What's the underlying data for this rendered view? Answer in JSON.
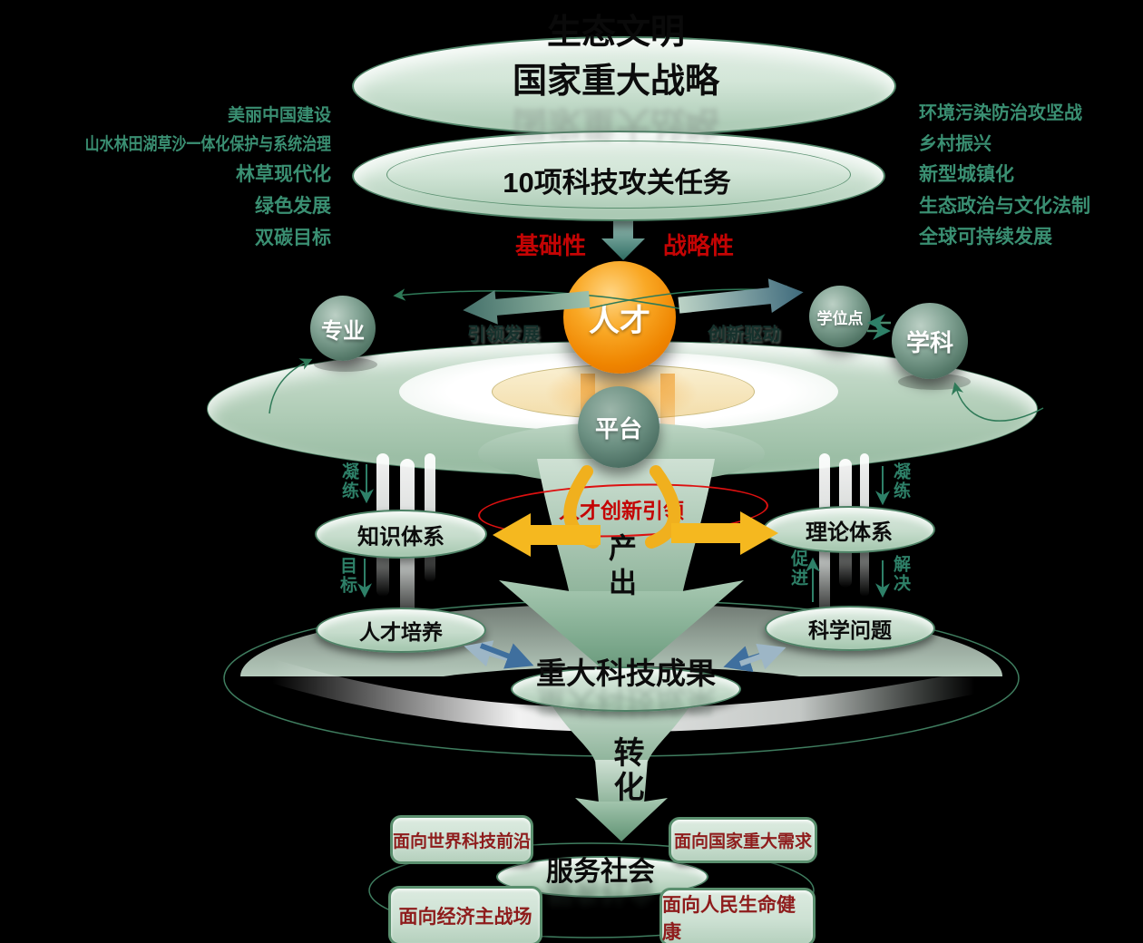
{
  "strategy": {
    "clipped_line": "生态文明",
    "title": "国家重大战略"
  },
  "tasks": {
    "title": "10项科技攻关任务"
  },
  "left_goals": [
    "美丽中国建设",
    "山水林田湖草沙一体化保护与系统治理",
    "林草现代化",
    "绿色发展",
    "双碳目标"
  ],
  "right_goals": [
    "环境污染防治攻坚战",
    "乡村振兴",
    "新型城镇化",
    "生态政治与文化法制",
    "全球可持续发展"
  ],
  "qualifiers": {
    "basic": "基础性",
    "strategic": "战略性"
  },
  "core": {
    "talent": "人才",
    "platform": "平台"
  },
  "orbit": {
    "major": "专业",
    "lead": "引领发展",
    "drive": "创新驱动",
    "degree_point": "学位点",
    "discipline": "学科"
  },
  "midline": {
    "talent_innovation_lead": "人才创新引领",
    "output": "产出"
  },
  "left_chain": {
    "condense": "凝练",
    "knowledge_system": "知识体系",
    "goal": "目标",
    "talent_training": "人才培养"
  },
  "right_chain": {
    "condense": "凝练",
    "theory_system": "理论体系",
    "promote": "促进",
    "solve": "解决",
    "science_problems": "科学问题"
  },
  "achievement": {
    "title": "重大科技成果",
    "transform": "转化"
  },
  "service": {
    "center": "服务社会",
    "facing": [
      "面向世界科技前沿",
      "面向国家重大需求",
      "面向经济主战场",
      "面向人民生命健康"
    ]
  },
  "colors": {
    "accent_orange": "#ef8500",
    "accent_red": "#c40404",
    "leaf_green": "#4e8266",
    "deep_teal": "#2e6e64",
    "gold": "#f0b01e",
    "steel_blue": "#3f6f9e",
    "box_text_red": "#8e1c1c"
  }
}
